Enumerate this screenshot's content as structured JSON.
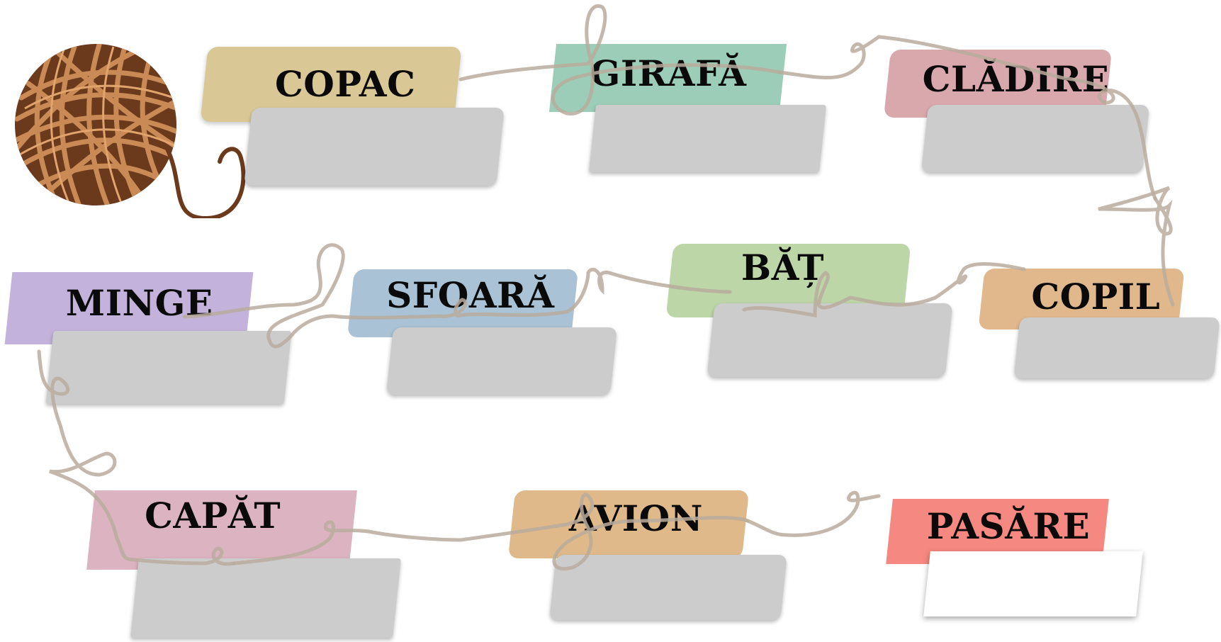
{
  "words": [
    {
      "id": "copac",
      "label": "COPAC",
      "color": "#d9c896",
      "answer": ""
    },
    {
      "id": "girafa",
      "label": "GIRAFĂ",
      "color": "#9ccdb8",
      "answer": ""
    },
    {
      "id": "cladire",
      "label": "CLĂDIRE",
      "color": "#d9a8ad",
      "answer": ""
    },
    {
      "id": "copil",
      "label": "COPIL",
      "color": "#e0b88c",
      "answer": ""
    },
    {
      "id": "bat",
      "label": "BĂȚ",
      "color": "#bdd6a8",
      "answer": ""
    },
    {
      "id": "sfoara",
      "label": "SFOARĂ",
      "color": "#a9c2d6",
      "answer": ""
    },
    {
      "id": "minge",
      "label": "MINGE",
      "color": "#c3b3dc",
      "answer": ""
    },
    {
      "id": "capat",
      "label": "CAPĂT",
      "color": "#dcb3c0",
      "answer": ""
    },
    {
      "id": "avion",
      "label": "AVION",
      "color": "#dfb989",
      "answer": ""
    },
    {
      "id": "pasare",
      "label": "PASĂRE",
      "color": "#f58880",
      "answer": ""
    }
  ],
  "colors": {
    "answer_box": "#cccccc",
    "answer_box_active": "#ffffff",
    "string": "#b8ab9c",
    "yarn_light": "#c98a55",
    "yarn_dark": "#6b3a1c"
  },
  "icons": {
    "yarn": "yarn-ball-icon"
  }
}
